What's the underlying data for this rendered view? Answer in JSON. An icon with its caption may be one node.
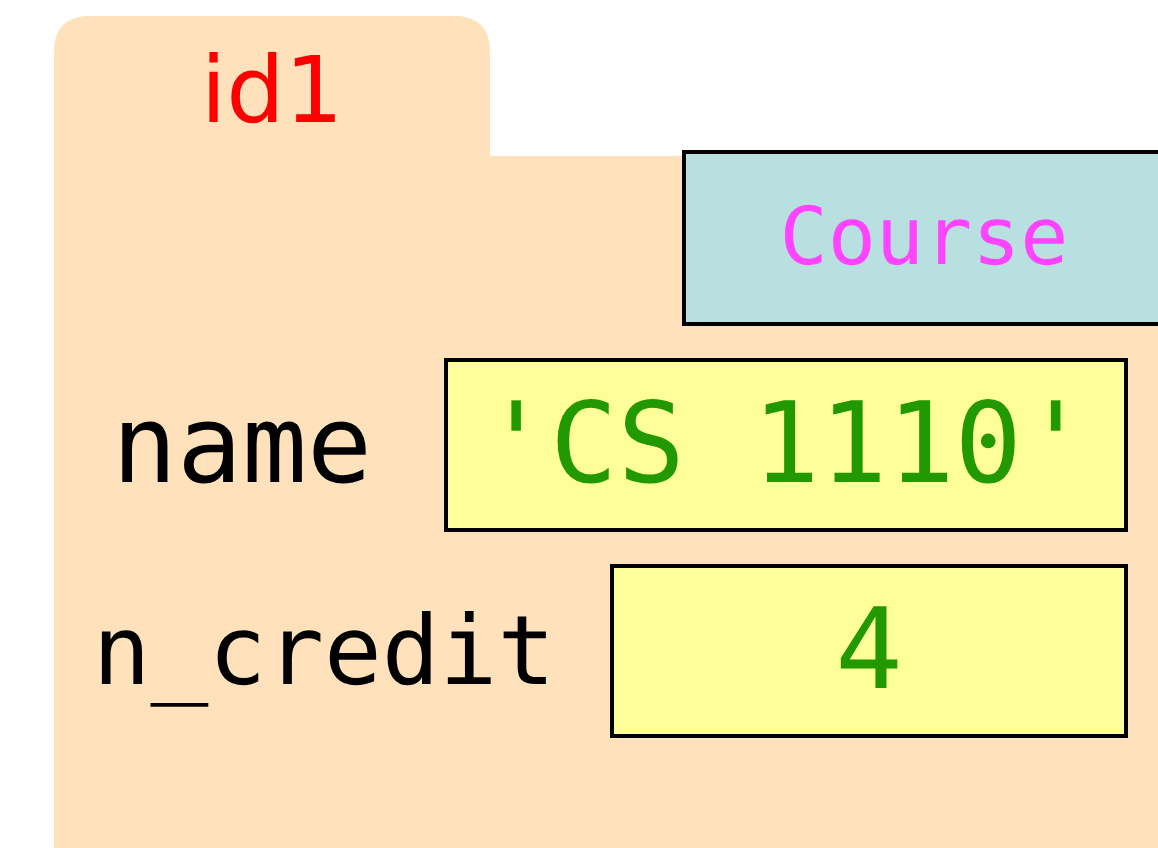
{
  "diagram": {
    "nodes": [
      {
        "text": [
          "id1"
        ]
      },
      {
        "text": [
          "Course"
        ],
        "in": 0
      },
      {
        "text": [
          "'CS 1110'"
        ],
        "in": 0,
        "beside": [
          "name"
        ]
      },
      {
        "text": [
          "4"
        ],
        "in": 0,
        "beside": [
          "n_credit"
        ]
      }
    ]
  }
}
